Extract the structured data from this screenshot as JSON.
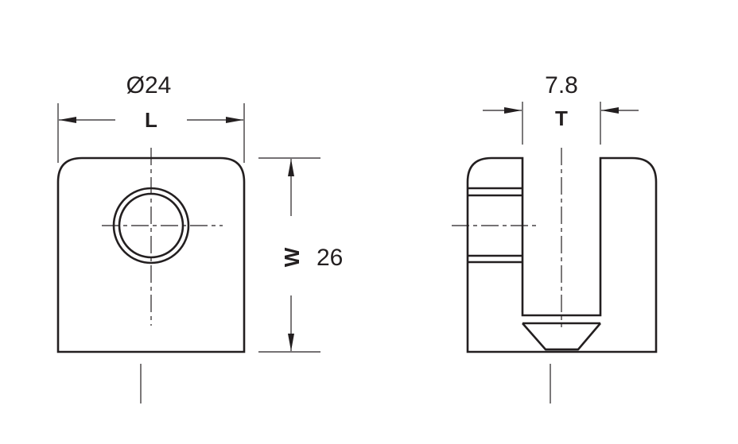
{
  "front_view": {
    "length_label": "L",
    "length_value": "Ø24",
    "width_label": "W",
    "width_value": "26"
  },
  "side_view": {
    "thickness_label": "T",
    "thickness_value": "7.8"
  },
  "colors": {
    "line": "#231f20",
    "background": "#ffffff"
  }
}
